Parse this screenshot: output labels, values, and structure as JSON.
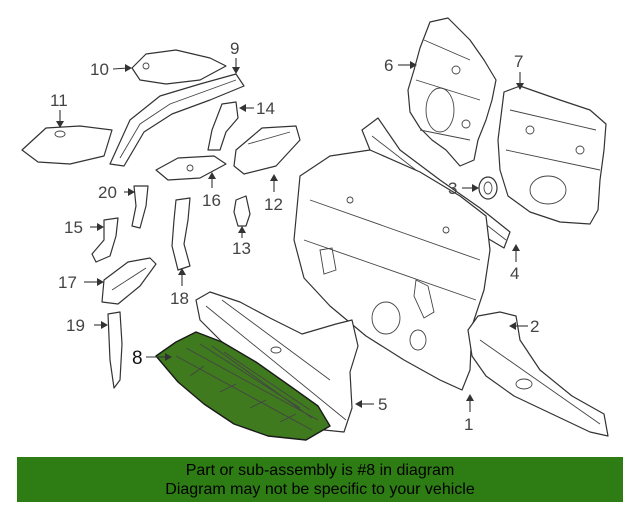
{
  "colors": {
    "highlight_part": "#3f7a1f",
    "banner_background": "#2e7d14"
  },
  "labels": {
    "p1": "1",
    "p2": "2",
    "p3": "3",
    "p4": "4",
    "p5": "5",
    "p6": "6",
    "p7": "7",
    "p8": "8",
    "p9": "9",
    "p10": "10",
    "p11": "11",
    "p12": "12",
    "p13": "13",
    "p14": "14",
    "p15": "15",
    "p16": "16",
    "p17": "17",
    "p18": "18",
    "p19": "19",
    "p20": "20"
  },
  "highlighted_part": "8",
  "banner": {
    "line1": "Part or sub-assembly is #8 in diagram",
    "line2": "Diagram may not be specific to your vehicle"
  }
}
